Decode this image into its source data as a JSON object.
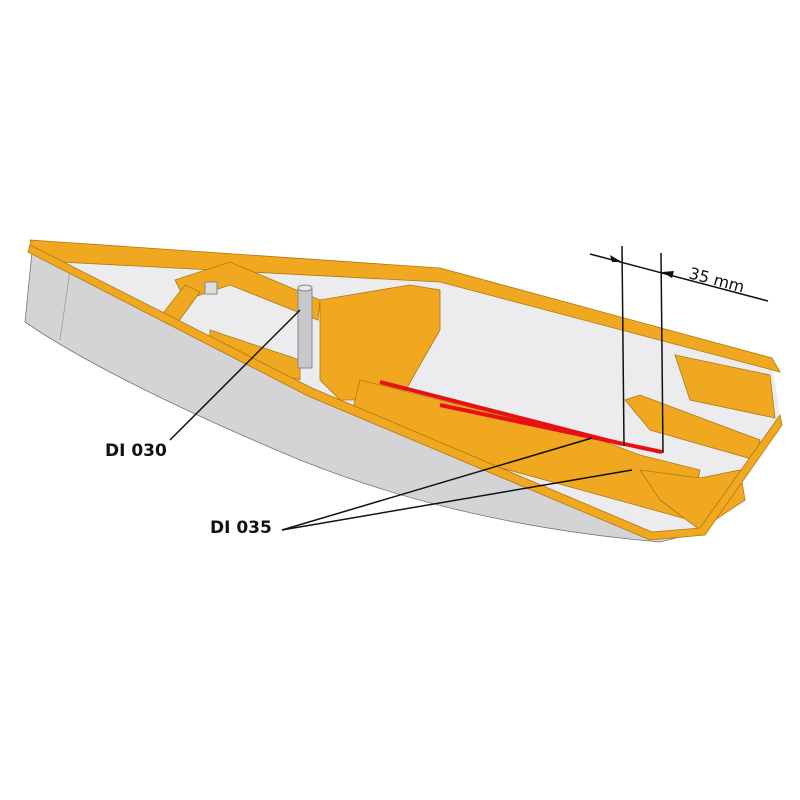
{
  "labels": {
    "callout_1": "DI 030",
    "callout_2": "DI 035",
    "dimension": "35 mm"
  },
  "colors": {
    "frame": "#f0a820",
    "frame_dark": "#c98a10",
    "hull": "#d4d4d6",
    "interior": "#ececee",
    "highlight": "#e81010",
    "lines": "#111111"
  }
}
